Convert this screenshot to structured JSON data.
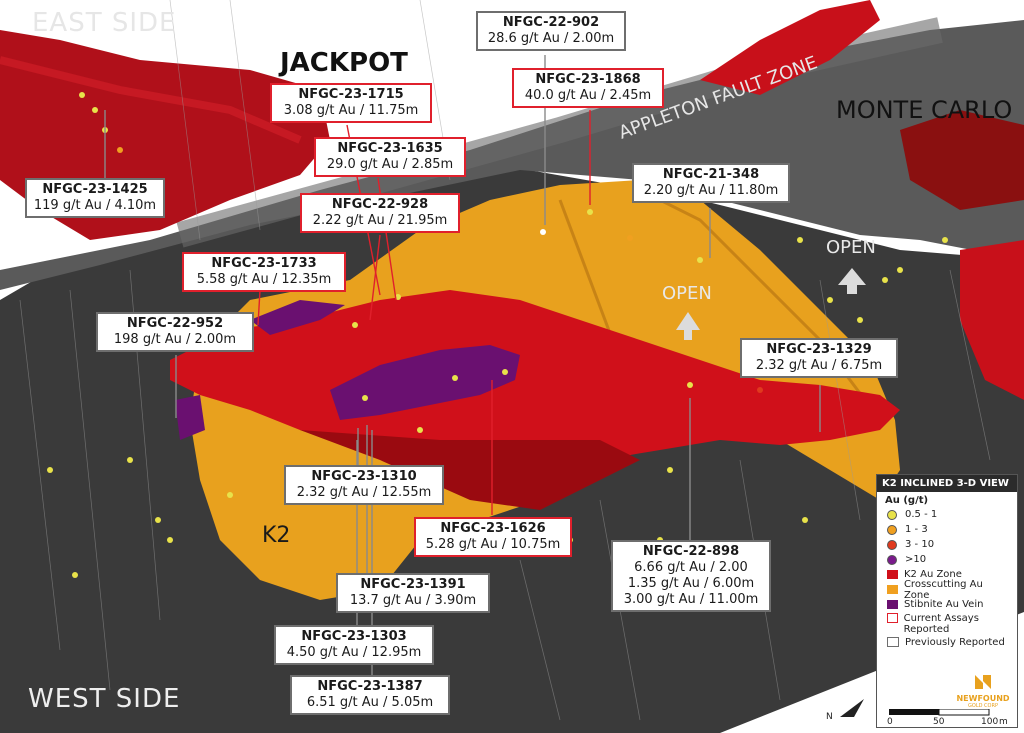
{
  "regions": {
    "east_side": "EAST SIDE",
    "west_side": "WEST SIDE",
    "jackpot": "JACKPOT",
    "monte_carlo": "MONTE CARLO",
    "fault_zone": "APPLETON FAULT ZONE",
    "k2": "K2",
    "open_left": "OPEN",
    "open_right": "OPEN"
  },
  "callouts": [
    {
      "id": "nfgc-22-902",
      "hole": "NFGC-22-902",
      "lines": [
        "28.6 g/t Au / 2.00m"
      ],
      "status": "previous"
    },
    {
      "id": "nfgc-23-1868",
      "hole": "NFGC-23-1868",
      "lines": [
        "40.0 g/t Au / 2.45m"
      ],
      "status": "current"
    },
    {
      "id": "nfgc-23-1715",
      "hole": "NFGC-23-1715",
      "lines": [
        "3.08 g/t Au / 11.75m"
      ],
      "status": "current"
    },
    {
      "id": "nfgc-23-1635",
      "hole": "NFGC-23-1635",
      "lines": [
        "29.0 g/t Au / 2.85m"
      ],
      "status": "current"
    },
    {
      "id": "nfgc-22-928",
      "hole": "NFGC-22-928",
      "lines": [
        "2.22 g/t Au / 21.95m"
      ],
      "status": "current"
    },
    {
      "id": "nfgc-23-1425",
      "hole": "NFGC-23-1425",
      "lines": [
        "119 g/t Au / 4.10m"
      ],
      "status": "previous"
    },
    {
      "id": "nfgc-21-348",
      "hole": "NFGC-21-348",
      "lines": [
        "2.20 g/t Au / 11.80m"
      ],
      "status": "previous"
    },
    {
      "id": "nfgc-23-1733",
      "hole": "NFGC-23-1733",
      "lines": [
        "5.58 g/t Au / 12.35m"
      ],
      "status": "current"
    },
    {
      "id": "nfgc-22-952",
      "hole": "NFGC-22-952",
      "lines": [
        "198 g/t Au / 2.00m"
      ],
      "status": "previous"
    },
    {
      "id": "nfgc-23-1329",
      "hole": "NFGC-23-1329",
      "lines": [
        "2.32 g/t Au / 6.75m"
      ],
      "status": "previous"
    },
    {
      "id": "nfgc-23-1310",
      "hole": "NFGC-23-1310",
      "lines": [
        "2.32 g/t Au / 12.55m"
      ],
      "status": "previous"
    },
    {
      "id": "nfgc-23-1626",
      "hole": "NFGC-23-1626",
      "lines": [
        "5.28 g/t Au / 10.75m"
      ],
      "status": "current"
    },
    {
      "id": "nfgc-22-898",
      "hole": "NFGC-22-898",
      "lines": [
        "6.66 g/t Au / 2.00",
        "1.35 g/t Au / 6.00m",
        "3.00 g/t Au / 11.00m"
      ],
      "status": "previous"
    },
    {
      "id": "nfgc-23-1391",
      "hole": "NFGC-23-1391",
      "lines": [
        "13.7 g/t Au / 3.90m"
      ],
      "status": "previous"
    },
    {
      "id": "nfgc-23-1303",
      "hole": "NFGC-23-1303",
      "lines": [
        "4.50 g/t Au / 12.95m"
      ],
      "status": "previous"
    },
    {
      "id": "nfgc-23-1387",
      "hole": "NFGC-23-1387",
      "lines": [
        "6.51 g/t Au / 5.05m"
      ],
      "status": "previous"
    }
  ],
  "legend": {
    "title": "K2 INCLINED 3-D VIEW",
    "grade_heading": "Au (g/t)",
    "grades": [
      {
        "label": "0.5 - 1",
        "color": "#e8e24a"
      },
      {
        "label": "1 - 3",
        "color": "#f0a020"
      },
      {
        "label": "3 - 10",
        "color": "#e03a1e"
      },
      {
        "label": ">10",
        "color": "#7a1a8c"
      }
    ],
    "zones": [
      {
        "label": "K2 Au Zone",
        "color": "#d0101a"
      },
      {
        "label": "Crosscutting Au Zone",
        "color": "#f0a020"
      },
      {
        "label": "Stibnite Au Vein",
        "color": "#6a1070"
      }
    ],
    "boxes": [
      {
        "label": "Current Assays Reported",
        "color": "#e0202c"
      },
      {
        "label": "Previously Reported",
        "color": "#6e6e6e"
      }
    ],
    "logo_main": "NEWFOUND",
    "logo_sub": "GOLD CORP",
    "north": "N",
    "scale_ticks": [
      "0",
      "50",
      "100"
    ],
    "scale_unit": "m"
  },
  "colors": {
    "fault": "#4b4b4b",
    "k2": "#d0101a",
    "crosscut": "#e8a11e",
    "stibnite": "#6a1070",
    "current_border": "#e0202c",
    "previous_border": "#6e6e6e"
  }
}
